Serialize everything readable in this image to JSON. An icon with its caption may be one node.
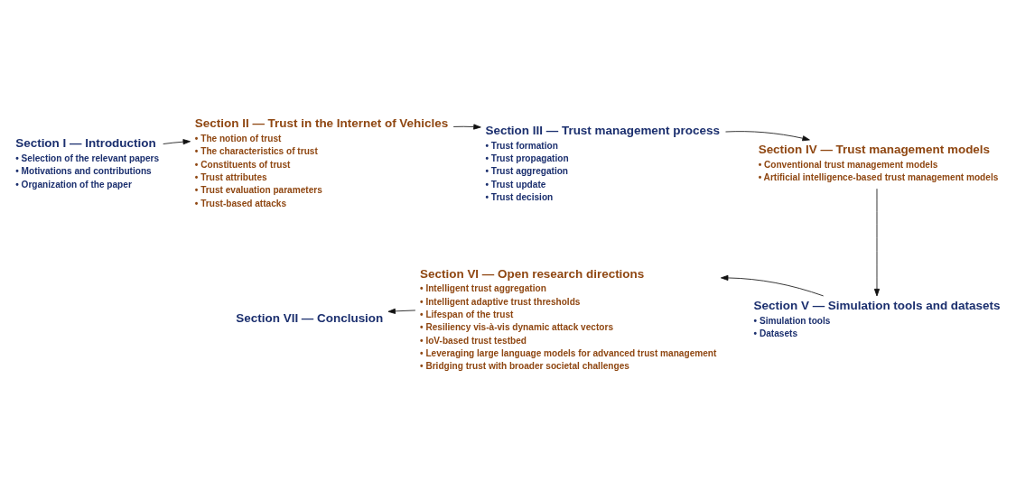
{
  "diagram": {
    "nodes": [
      {
        "text": [
          "Section I — Introduction",
          "• Selection of the relevant papers",
          "• Motivations and contributions",
          "• Organization of the paper"
        ]
      },
      {
        "text": [
          "Section II — Trust in the Internet of Vehicles",
          "• The notion of trust",
          "• The characteristics of trust",
          "• Constituents of trust",
          "• Trust attributes",
          "• Trust evaluation parameters",
          "• Trust-based attacks"
        ]
      },
      {
        "text": [
          "Section III — Trust management process",
          "• Trust formation",
          "• Trust propagation",
          "• Trust aggregation",
          "• Trust update",
          "• Trust decision"
        ]
      },
      {
        "text": [
          "Section IV — Trust management models",
          "• Conventional trust management models",
          "• Artificial intelligence-based trust management models"
        ]
      },
      {
        "text": [
          "Section V — Simulation tools and datasets",
          "• Simulation tools",
          "• Datasets"
        ]
      },
      {
        "text": [
          "Section VI — Open research directions",
          "• Intelligent trust aggregation",
          "• Intelligent adaptive trust thresholds",
          "• Lifespan of the trust",
          "• Resiliency vis-à-vis dynamic attack vectors",
          "• IoV-based trust testbed",
          "• Leveraging large language models for advanced trust management",
          "• Bridging trust with broader societal challenges"
        ]
      },
      {
        "text": [
          "Section VII — Conclusion"
        ]
      }
    ],
    "edges": [
      {
        "from": 0,
        "to": 1,
        "arrow": "to"
      },
      {
        "from": 1,
        "to": 2,
        "arrow": "to"
      },
      {
        "from": 2,
        "to": 3,
        "arrow": "to"
      },
      {
        "from": 3,
        "to": 4,
        "arrow": "to"
      },
      {
        "from": 4,
        "to": 5,
        "arrow": "to"
      },
      {
        "from": 5,
        "to": 6,
        "arrow": "to"
      }
    ]
  }
}
